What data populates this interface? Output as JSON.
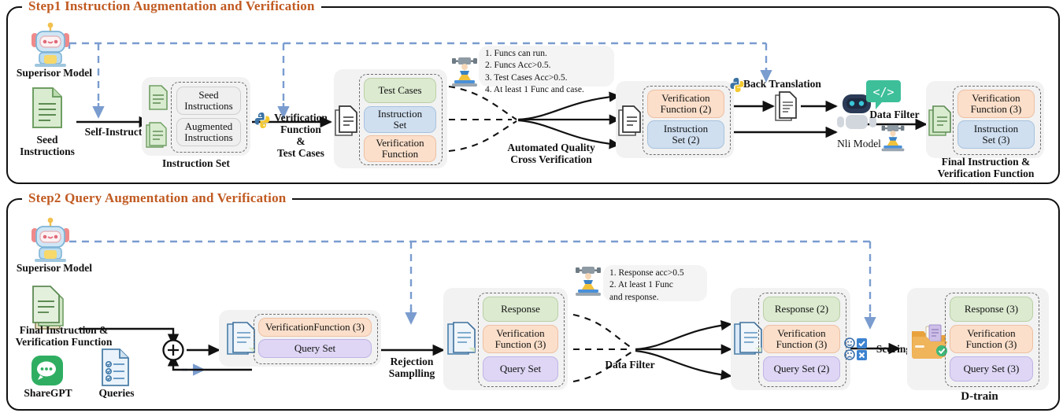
{
  "steps": [
    {
      "id": "step1",
      "title": "Step1 Instruction Augmentation and Verification"
    },
    {
      "id": "step2",
      "title": "Step2  Query Augmentation and Verification"
    }
  ],
  "colors": {
    "title": "#c05a21",
    "frame": "#111111",
    "dashed_blue": "#7a9ccf",
    "green": "#dcead0",
    "blue": "#cfdff0",
    "peach": "#fbdfca",
    "purple": "#ded6f4",
    "grey_group": "#f2f2f2"
  },
  "step1": {
    "supervisor_label": "Superisor Model",
    "seed_label": "Seed\nInstructions",
    "self_instruct_label": "Self-Instruct",
    "instruction_set": {
      "caption": "Instruction Set",
      "items": [
        "Seed\nInstructions",
        "Augmented\nInstructions"
      ]
    },
    "verification_fn_label": "Verification\nFunction\n&\nTest Cases",
    "bundle1": {
      "items": [
        {
          "text": "Test Cases",
          "color": "green"
        },
        {
          "text": "Instruction\nSet",
          "color": "blue"
        },
        {
          "text": "Verification\nFunction",
          "color": "peach"
        }
      ]
    },
    "criteria": "1. Funcs can run.\n2. Funcs Acc>0.5.\n3. Test Cases Acc>0.5.\n4. At least 1 Func and case.",
    "cross_verification_label": "Automated Quality\nCross Verification",
    "bundle2": {
      "items": [
        {
          "text": "Verification\nFunction (2)",
          "color": "peach"
        },
        {
          "text": "Instruction\nSet (2)",
          "color": "blue"
        }
      ]
    },
    "back_translation_label": "Back Translation",
    "nli_model_label": "Nli Model",
    "data_filter_label": "Data Filter",
    "bundle3": {
      "caption": "Final Instruction &\nVerification Function",
      "items": [
        {
          "text": "Verification\nFunction (3)",
          "color": "peach"
        },
        {
          "text": "Instruction\nSet (3)",
          "color": "blue"
        }
      ]
    }
  },
  "step2": {
    "supervisor_label": "Superisor Model",
    "final_instruction_label": "Final Instruction &\nVerification Function",
    "sharegpt_label": "ShareGPT",
    "queries_label": "Queries",
    "plus_symbol": "+",
    "bundle1": {
      "items": [
        {
          "text": "VerificationFunction (3)",
          "color": "peach"
        },
        {
          "text": "Query Set",
          "color": "purple"
        }
      ]
    },
    "rejection_sampling_label": "Rejection\nSamplling",
    "bundle2": {
      "items": [
        {
          "text": "Response",
          "color": "green"
        },
        {
          "text": "Verification\nFunction (3)",
          "color": "peach"
        },
        {
          "text": "Query Set",
          "color": "purple"
        }
      ]
    },
    "criteria": "1. Response acc>0.5\n2. At least 1 Func\nand response.",
    "data_filter_label": "Data Filter",
    "bundle3": {
      "items": [
        {
          "text": "Response (2)",
          "color": "green"
        },
        {
          "text": "Verification\nFunction (3)",
          "color": "peach"
        },
        {
          "text": "Query Set (2)",
          "color": "purple"
        }
      ]
    },
    "scoring_label": "Scoring",
    "bundle4": {
      "caption": "D-train",
      "items": [
        {
          "text": "Response (3)",
          "color": "green"
        },
        {
          "text": "Verification\nFunction (3)",
          "color": "peach"
        },
        {
          "text": "Query Set (3)",
          "color": "purple"
        }
      ]
    }
  },
  "icons": {
    "robot": "robot-icon",
    "document_green": "green-document-icon",
    "documents_green": "green-documents-stack-icon",
    "document_stack_grey": "grey-document-stack-icon",
    "python": "python-logo-icon",
    "worker_laptop": "worker-laptop-icon",
    "document_white": "white-document-icon",
    "nli_robot": "nli-robot-icon",
    "code_bubble": "code-bubble-icon",
    "query_doc": "query-document-icon",
    "checklist_doc": "checklist-document-icon",
    "sharegpt": "sharegpt-chat-icon",
    "scoring": "scoring-rating-icon",
    "folder": "folder-documents-icon"
  }
}
